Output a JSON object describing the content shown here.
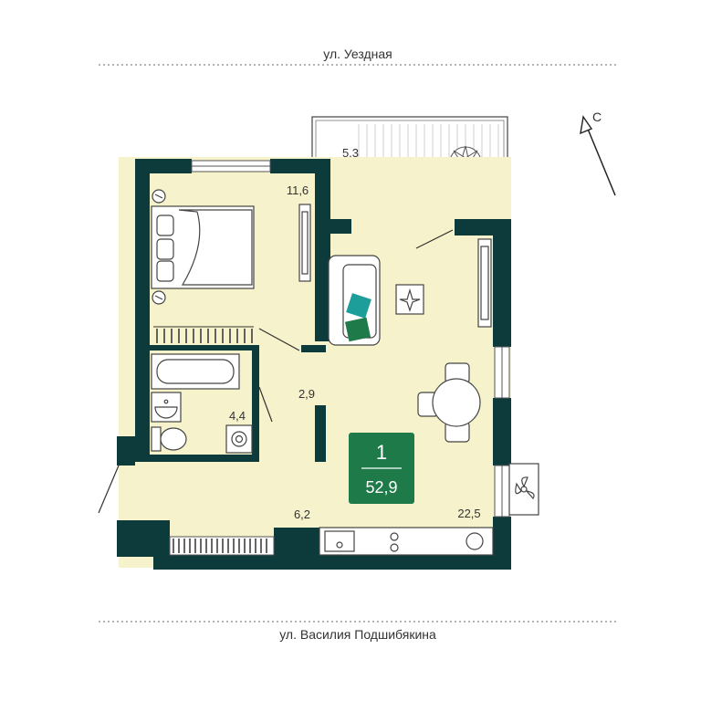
{
  "streets": {
    "top": "ул. Уездная",
    "bottom": "ул. Василия Подшибякина"
  },
  "compass": {
    "label": "С"
  },
  "rooms": {
    "balcony": "5,3",
    "bedroom": "11,6",
    "corridor": "2,9",
    "bathroom": "4,4",
    "hall": "6,2",
    "living": "22,5"
  },
  "badge": {
    "rooms": "1",
    "total_area": "52,9"
  },
  "colors": {
    "wall": "#0d3b3c",
    "floor": "#f6f3cc",
    "badge": "#1f7a4a",
    "balcony": "#ffffff"
  }
}
